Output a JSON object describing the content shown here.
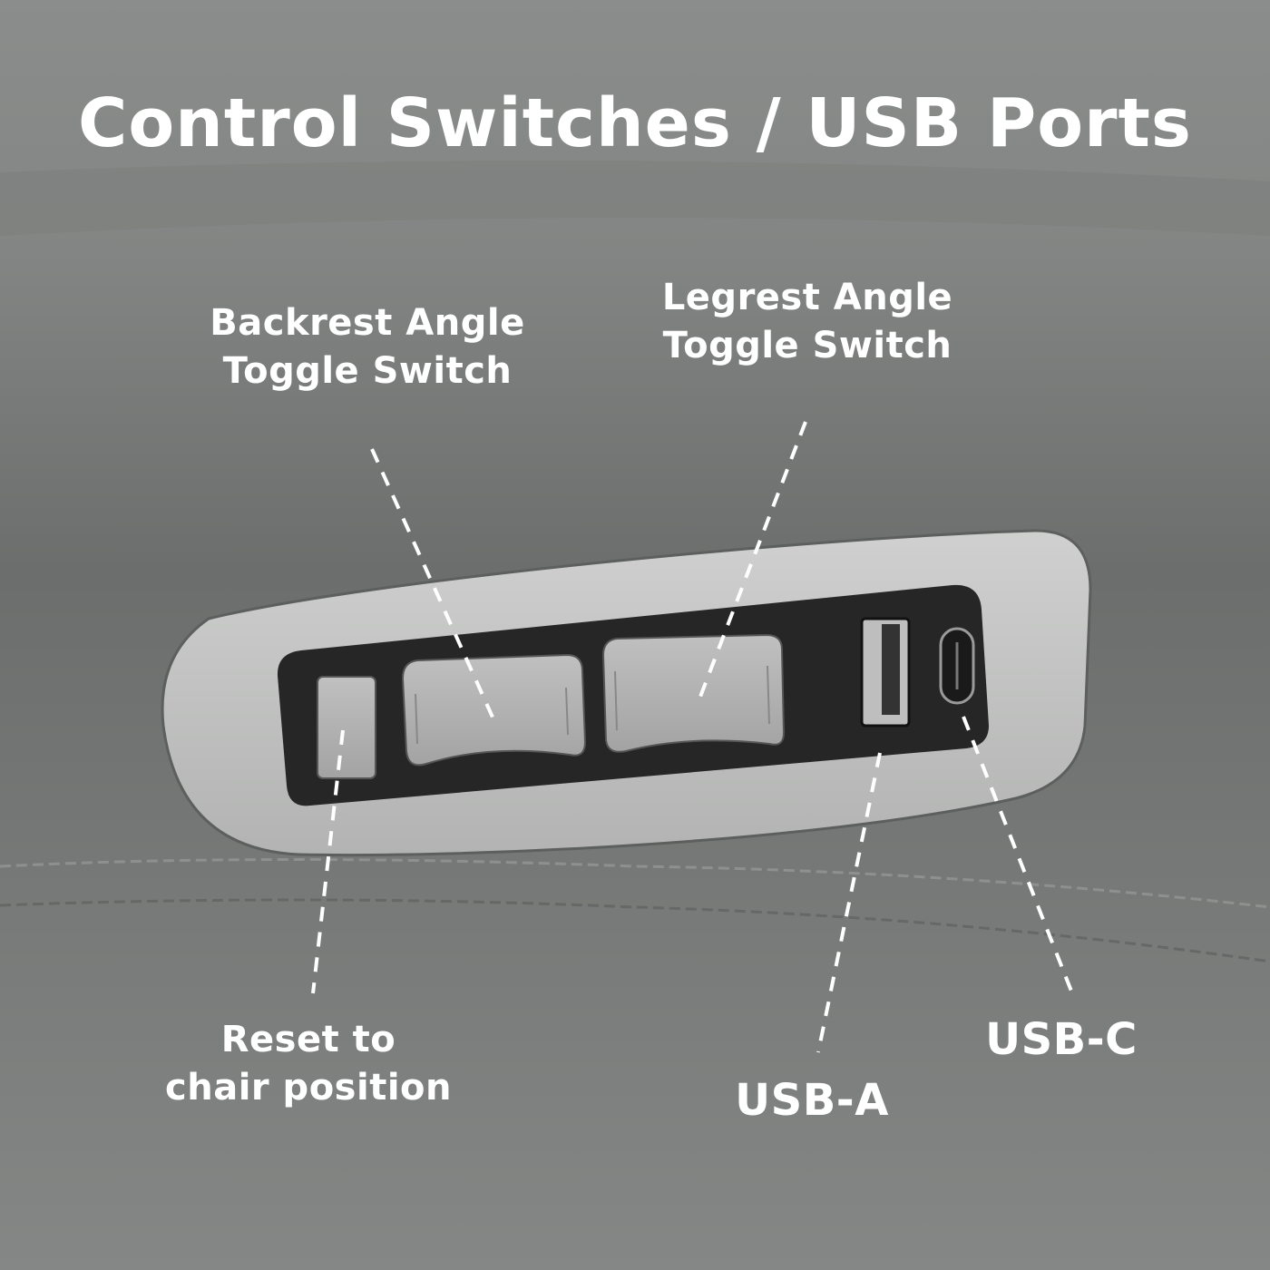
{
  "title": "Control Switches / USB Ports",
  "labels": {
    "backrest": {
      "line1": "Backrest Angle",
      "line2": "Toggle Switch"
    },
    "legrest": {
      "line1": "Legrest Angle",
      "line2": "Toggle Switch"
    },
    "reset": {
      "line1": "Reset to",
      "line2": "chair position"
    },
    "usb_a": "USB-A",
    "usb_c": "USB-C"
  },
  "colors": {
    "text": "#ffffff",
    "leather": "#757776",
    "plate": "#b8b9b8",
    "insert": "#272727",
    "button": "#a9aaa9"
  }
}
